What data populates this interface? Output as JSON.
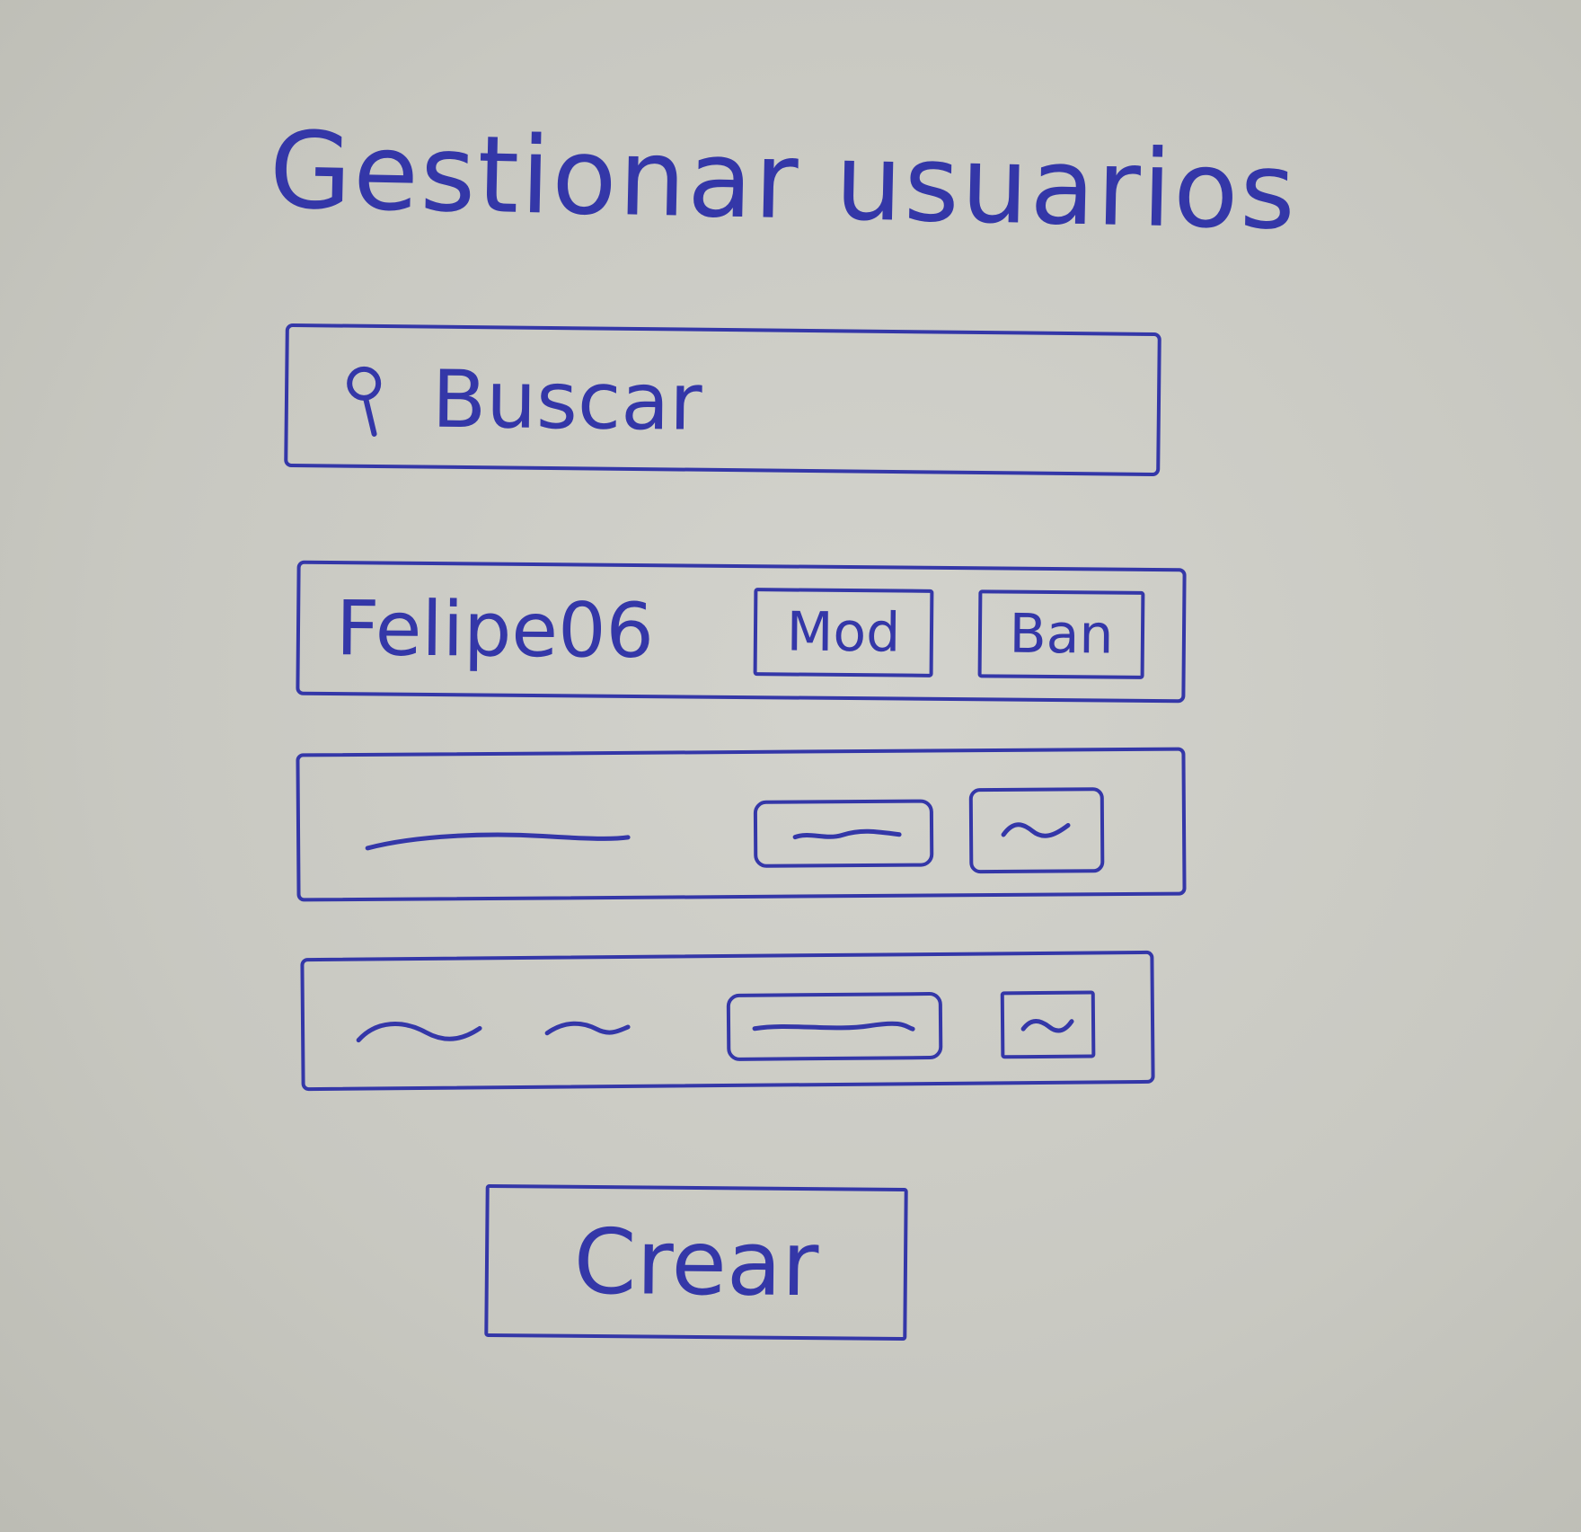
{
  "page": {
    "title": "Gestionar usuarios"
  },
  "search": {
    "placeholder": "Buscar",
    "icon": "search-icon"
  },
  "users": [
    {
      "name": "Felipe06",
      "actions": [
        {
          "label": "Mod"
        },
        {
          "label": "Ban"
        }
      ]
    },
    {
      "name": "",
      "actions": [
        {
          "label": ""
        },
        {
          "label": ""
        }
      ]
    },
    {
      "name": "",
      "actions": [
        {
          "label": ""
        },
        {
          "label": ""
        }
      ]
    }
  ],
  "footer": {
    "create_label": "Crear"
  },
  "colors": {
    "ink": "#3437a8",
    "paper": "#c9c9c2"
  }
}
